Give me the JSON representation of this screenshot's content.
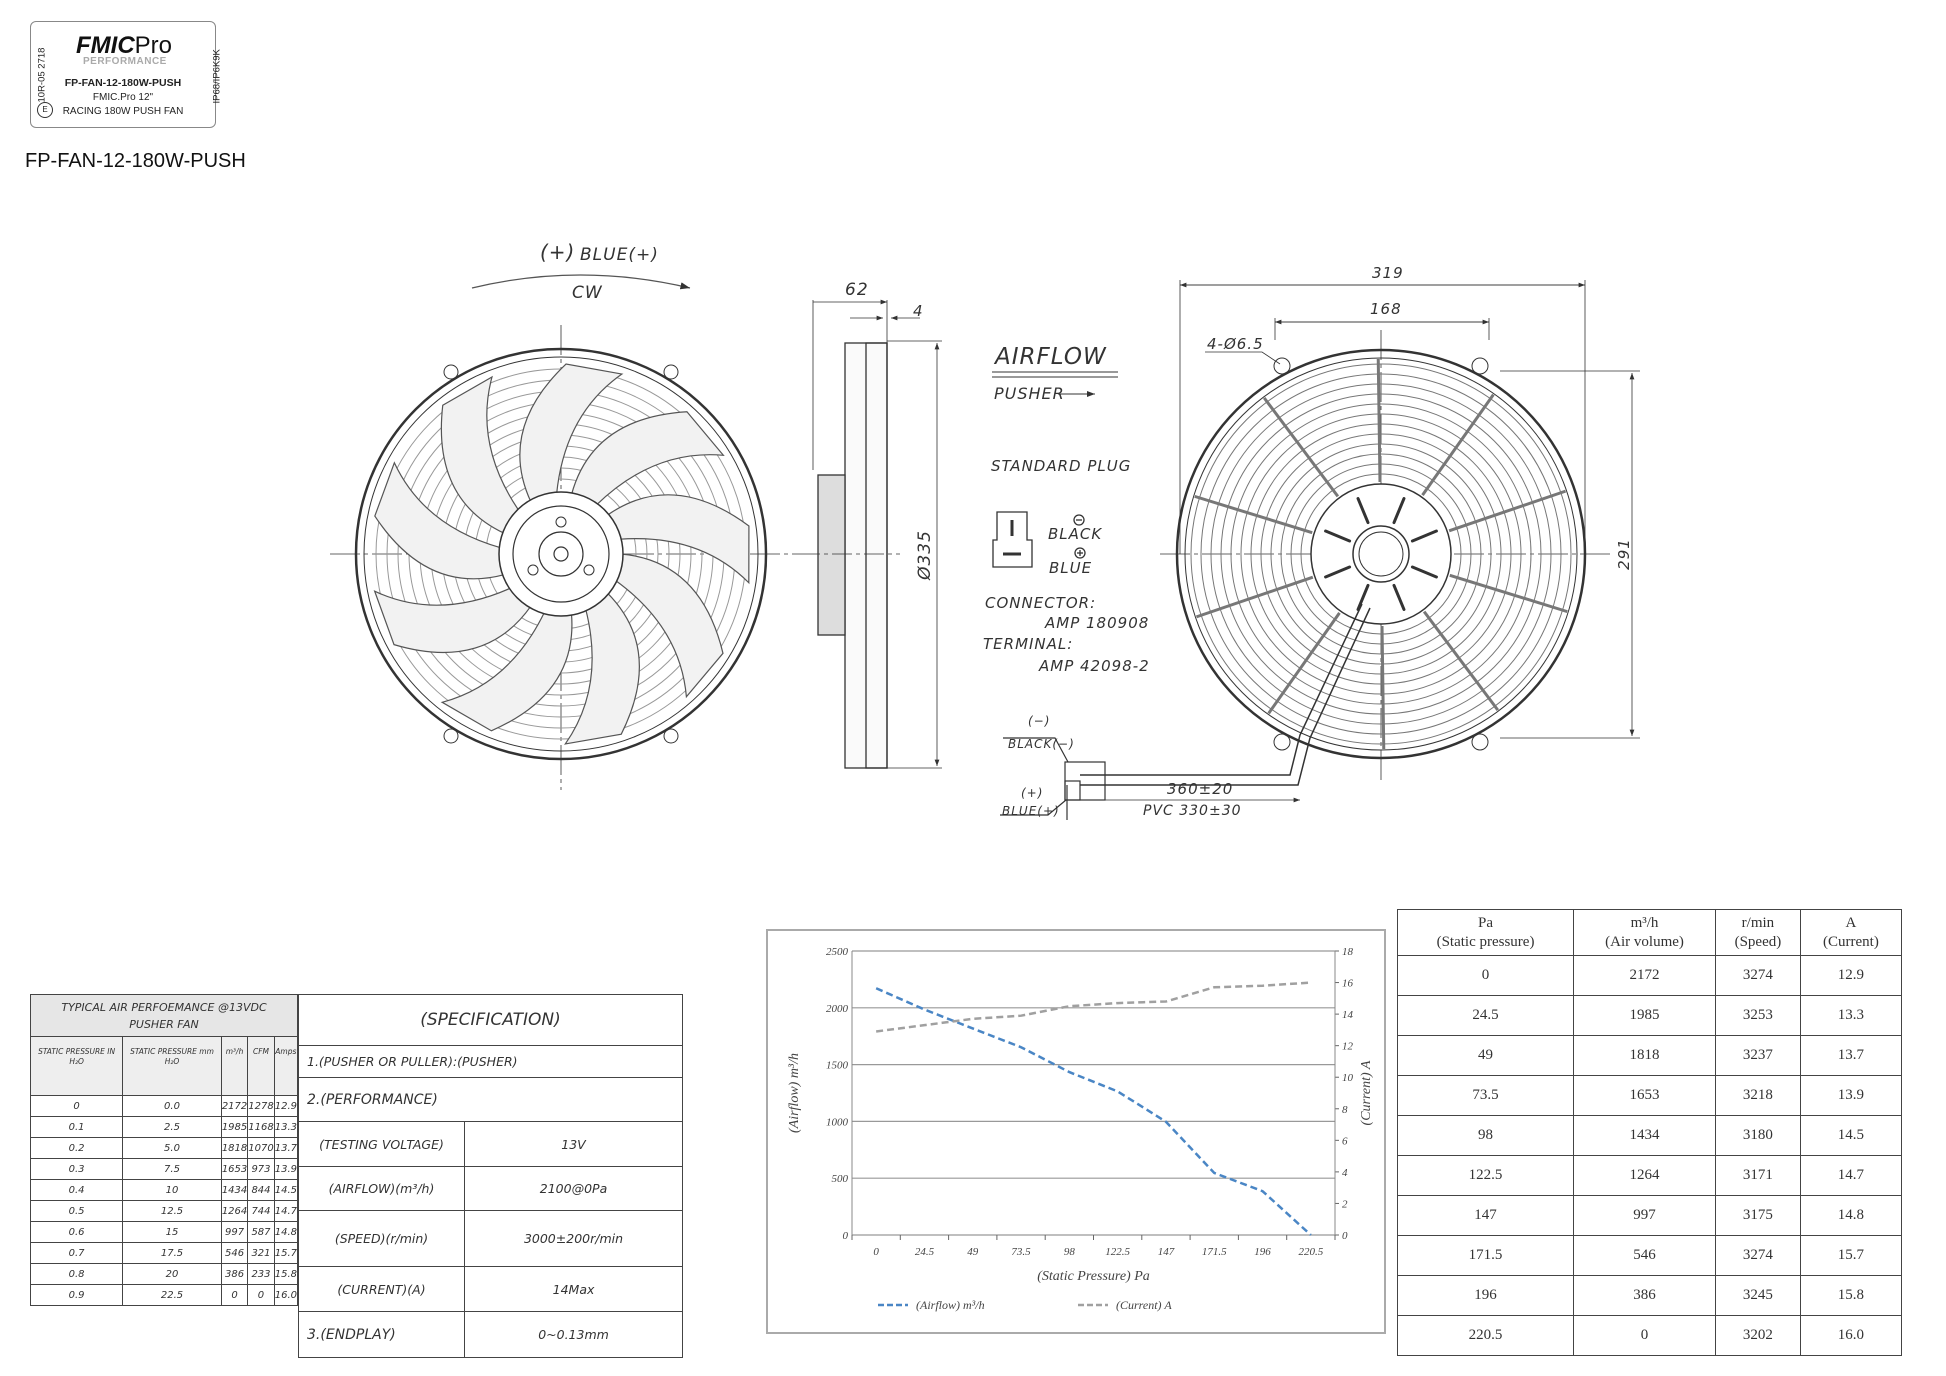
{
  "label": {
    "logo": "FMIC",
    "logo_suffix": "Pro",
    "performance": "PERFORMANCE",
    "part_number": "FP-FAN-12-180W-PUSH",
    "desc_line1": "FMIC.Pro 12\"",
    "desc_line2": "RACING 180W PUSH FAN",
    "approval": "10R-05 2718",
    "ip_rating": "IP68/IP6K9K",
    "emark": "E"
  },
  "page_title": "FP-FAN-12-180W-PUSH",
  "drawing": {
    "rotation_polarity": "(+)",
    "rotation_wire": "BLUE(+)",
    "rotation_dir": "CW",
    "depth_dim": "62",
    "flange_dim": "4",
    "outer_dia_dim": "Ø335",
    "width_dim": "319",
    "bolt_span_dim": "168",
    "holes_dim": "4-Ø6.5",
    "height_dim": "291",
    "airflow_label": "AIRFLOW",
    "airflow_type": "PUSHER",
    "plug_title": "STANDARD PLUG",
    "plug_black": "BLACK",
    "plug_blue": "BLUE",
    "connector_label": "CONNECTOR:",
    "connector_value": "AMP 180908",
    "terminal_label": "TERMINAL:",
    "terminal_value": "AMP 42098-2",
    "neg_sign": "(−)",
    "neg_wire": "BLACK(−)",
    "pos_sign": "(+)",
    "pos_wire": "BLUE(+)",
    "cable_length": "360±20",
    "cable_sheath": "PVC  330±30"
  },
  "perf_table": {
    "title_line1": "TYPICAL AIR PERFOEMANCE @13VDC",
    "title_line2": "PUSHER FAN",
    "headers": [
      "STATIC PRESSURE IN H₂O",
      "STATIC PRESSURE mm H₂O",
      "m³/h",
      "CFM",
      "Amps"
    ],
    "rows": [
      [
        "0",
        "0.0",
        "2172",
        "1278",
        "12.9"
      ],
      [
        "0.1",
        "2.5",
        "1985",
        "1168",
        "13.3"
      ],
      [
        "0.2",
        "5.0",
        "1818",
        "1070",
        "13.7"
      ],
      [
        "0.3",
        "7.5",
        "1653",
        "973",
        "13.9"
      ],
      [
        "0.4",
        "10",
        "1434",
        "844",
        "14.5"
      ],
      [
        "0.5",
        "12.5",
        "1264",
        "744",
        "14.7"
      ],
      [
        "0.6",
        "15",
        "997",
        "587",
        "14.8"
      ],
      [
        "0.7",
        "17.5",
        "546",
        "321",
        "15.7"
      ],
      [
        "0.8",
        "20",
        "386",
        "233",
        "15.8"
      ],
      [
        "0.9",
        "22.5",
        "0",
        "0",
        "16.0"
      ]
    ]
  },
  "spec_table": {
    "title": "(SPECIFICATION)",
    "item1": "1.(PUSHER OR PULLER):(PUSHER)",
    "item2": "2.(PERFORMANCE)",
    "rows": [
      {
        "label": "(TESTING VOLTAGE)",
        "value": "13V"
      },
      {
        "label": "(AIRFLOW)(m³/h)",
        "value": "2100@0Pa"
      },
      {
        "label": "(SPEED)(r/min)",
        "value": "3000±200r/min"
      },
      {
        "label": "(CURRENT)(A)",
        "value": "14Max"
      }
    ],
    "item3_label": "3.(ENDPLAY)",
    "item3_value": "0~0.13mm"
  },
  "data_table": {
    "headers": [
      [
        "Pa",
        "(Static pressure)"
      ],
      [
        "m³/h",
        "(Air volume)"
      ],
      [
        "r/min",
        "(Speed)"
      ],
      [
        "A",
        "(Current)"
      ]
    ],
    "rows": [
      [
        "0",
        "2172",
        "3274",
        "12.9"
      ],
      [
        "24.5",
        "1985",
        "3253",
        "13.3"
      ],
      [
        "49",
        "1818",
        "3237",
        "13.7"
      ],
      [
        "73.5",
        "1653",
        "3218",
        "13.9"
      ],
      [
        "98",
        "1434",
        "3180",
        "14.5"
      ],
      [
        "122.5",
        "1264",
        "3171",
        "14.7"
      ],
      [
        "147",
        "997",
        "3175",
        "14.8"
      ],
      [
        "171.5",
        "546",
        "3274",
        "15.7"
      ],
      [
        "196",
        "386",
        "3245",
        "15.8"
      ],
      [
        "220.5",
        "0",
        "3202",
        "16.0"
      ]
    ]
  },
  "chart_data": {
    "type": "line",
    "categories": [
      "0",
      "24.5",
      "49",
      "73.5",
      "98",
      "122.5",
      "147",
      "171.5",
      "196",
      "220.5"
    ],
    "xlabel": "(Static Pressure)  Pa",
    "ylabel": "(Airflow)  m³/h",
    "y2label": "(Current)  A",
    "ylim": [
      0,
      2500
    ],
    "yticks": [
      0,
      500,
      1000,
      1500,
      2000,
      2500
    ],
    "y2lim": [
      0,
      18
    ],
    "y2ticks": [
      0,
      2,
      4,
      6,
      8,
      10,
      12,
      14,
      16,
      18
    ],
    "grid": true,
    "legend": "bottom",
    "series": [
      {
        "name": "(Airflow)  m³/h",
        "axis": "left",
        "color": "#4a86c5",
        "style": "dashed",
        "values": [
          2172,
          1985,
          1818,
          1653,
          1434,
          1264,
          997,
          546,
          386,
          0
        ]
      },
      {
        "name": "(Current)  A",
        "axis": "right",
        "color": "#a0a0a0",
        "style": "dashed",
        "values": [
          12.9,
          13.3,
          13.7,
          13.9,
          14.5,
          14.7,
          14.8,
          15.7,
          15.8,
          16.0
        ]
      }
    ]
  }
}
